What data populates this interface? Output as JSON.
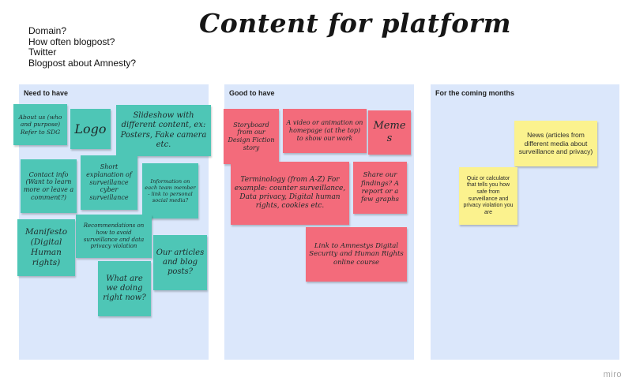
{
  "questions": [
    "Domain?",
    "How often blogpost?",
    "Twitter",
    "Blogpost about Amnesty?"
  ],
  "title": "Content for platform",
  "columns": {
    "need": {
      "header": "Need to have",
      "notes": {
        "about": "About us (who and purpose) Refer to SDG",
        "logo": "Logo",
        "slideshow": "Slideshow with different content, ex: Posters, Fake camera etc.",
        "contact": "Contact info (Want to learn more or leave a comment?)",
        "short": "Short explanation of surveillance cyber surveillance",
        "information": "Information on each team member - link to personal social media?",
        "manifesto": "Manifesto (Digital Human rights)",
        "recommendations": "Recommendations on how to avoid surveillance and data privacy violation",
        "articles": "Our articles and blog posts?",
        "doing": "What are we doing right now?"
      }
    },
    "good": {
      "header": "Good to have",
      "notes": {
        "storyboard": "Storyboard from our Design Fiction story",
        "video": "A video or animation on homepage (at the top) to show our work",
        "meme": "Meme s",
        "terminology": "Terminology (from A-Z) For example: counter surveillance, Data privacy, Digital human rights, cookies etc.",
        "share": "Share our findings? A report or a few graphs",
        "link": "Link to Amnestys Digital Security and Human Rights online course"
      }
    },
    "coming": {
      "header": "For the coming months",
      "notes": {
        "news": "News (articles from different media about surveillance and privacy)",
        "quiz": "Quiz or calculator that tells you how safe from surveillance and privacy violation you are"
      }
    }
  },
  "brand": "miro",
  "colors": {
    "teal": "#4ec6b6",
    "red": "#f36b7b",
    "yellow": "#fbf28e",
    "column_bg": "#dbe7fb"
  }
}
